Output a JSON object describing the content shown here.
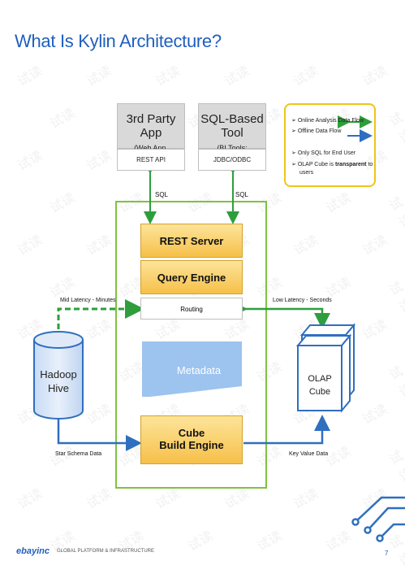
{
  "slide": {
    "title": "What Is Kylin Architecture?",
    "page_number": "7"
  },
  "top_boxes": {
    "third_party": {
      "title": "3rd Party App",
      "subtitle": "(Web App, Mobile…)",
      "api": "REST API"
    },
    "sql_tool": {
      "title": "SQL-Based Tool",
      "subtitle": "(BI Tools: Tableau…)",
      "api": "JDBC/ODBC"
    }
  },
  "connectors": {
    "sql_left": "SQL",
    "sql_right": "SQL"
  },
  "components": {
    "rest_server": "REST Server",
    "query_engine": "Query Engine",
    "routing": "Routing",
    "metadata": "Metadata",
    "cube_build_engine_line1": "Cube",
    "cube_build_engine_line2": "Build Engine"
  },
  "sources": {
    "hadoop_line1": "Hadoop",
    "hadoop_line2": "Hive",
    "olap_line1": "OLAP",
    "olap_line2": "Cube"
  },
  "edge_labels": {
    "mid_latency": "Mid Latency - Minutes",
    "low_latency": "Low Latency - Seconds",
    "star_schema": "Star Schema Data",
    "key_value": "Key Value Data"
  },
  "legend": {
    "online": "Online Analysis Data Flow",
    "offline": "Offline Data Flow",
    "only_sql": "Only SQL for End User",
    "olap_transparent_prefix": "OLAP Cube is ",
    "olap_transparent_bold": "transparent",
    "olap_transparent_suffix": " to",
    "olap_transparent_line2": "users"
  },
  "footer": {
    "logo": "ebayinc",
    "tagline": "GLOBAL PLATFORM & INFRASTRUCTURE"
  },
  "colors": {
    "title": "#1f5fbf",
    "online_flow": "#2e9e3c",
    "offline_flow": "#2f6fbf",
    "gold": "#f6c049",
    "metadata": "#9dc3ef"
  },
  "watermark": "试读"
}
